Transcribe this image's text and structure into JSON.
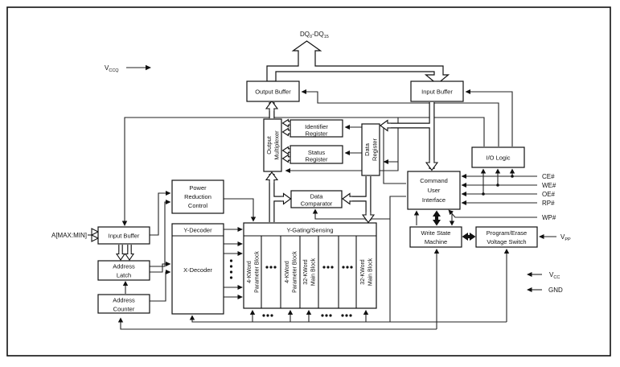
{
  "diagram": {
    "title": "Flash memory block diagram",
    "signals": {
      "vccq_base": "V",
      "vccq_sub": "CCQ",
      "dq_p1": "DQ",
      "dq_s1": "0",
      "dq_p2": "-DQ",
      "dq_s2": "15",
      "address_bus": "A[MAX:MIN]",
      "ce": "CE#",
      "we": "WE#",
      "oe": "OE#",
      "rp": "RP#",
      "wp": "WP#",
      "vpp_base": "V",
      "vpp_sub": "PP",
      "vcc_base": "V",
      "vcc_sub": "CC",
      "gnd": "GND"
    },
    "boxes": {
      "output_buffer": "Output Buffer",
      "input_buffer": "Input Buffer",
      "output_multiplexer": [
        "Output",
        "Multiplexer"
      ],
      "identifier_register": [
        "Identifier",
        "Register"
      ],
      "status_register": [
        "Status",
        "Register"
      ],
      "data_register": [
        "Data",
        "Register"
      ],
      "io_logic": "I/O Logic",
      "command_user_interface": [
        "Command",
        "User",
        "Interface"
      ],
      "data_comparator": [
        "Data",
        "Comparator"
      ],
      "power_reduction_control": [
        "Power",
        "Reduction",
        "Control"
      ],
      "y_decoder": "Y-Decoder",
      "x_decoder": "X-Decoder",
      "address_input_buffer": "Input Buffer",
      "address_latch": [
        "Address",
        "Latch"
      ],
      "address_counter": [
        "Address",
        "Counter"
      ],
      "y_gating": "Y-Gating/Sensing",
      "write_state_machine": [
        "Write State",
        "Machine"
      ],
      "program_erase_voltage_switch": [
        "Program/Erase",
        "Voltage Switch"
      ],
      "parameter_block": [
        "4-KWord",
        "Parameter Block"
      ],
      "main_block": [
        "32-KWord",
        "Main Block"
      ]
    }
  }
}
